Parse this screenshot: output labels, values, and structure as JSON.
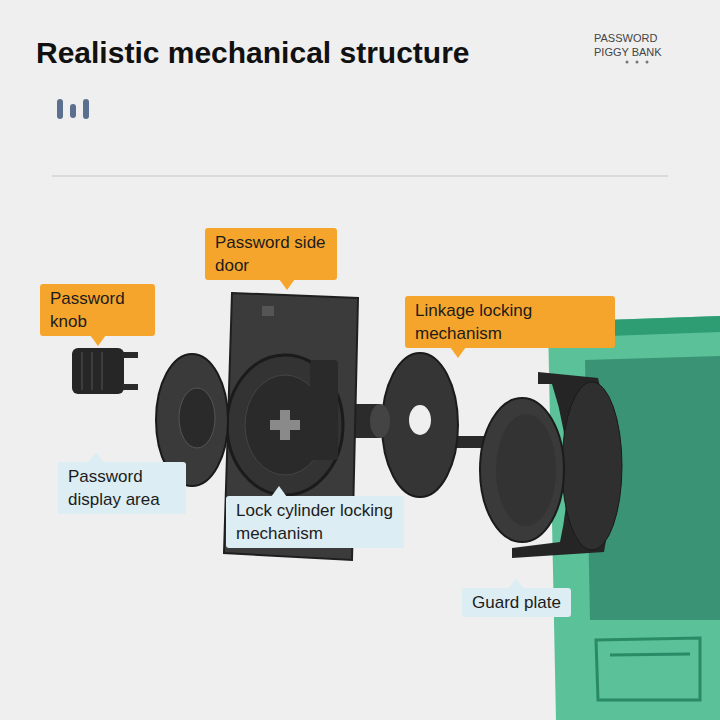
{
  "diagram": {
    "title": "Realistic mechanical structure",
    "nodes": [
      {
        "text": [
          "Password side door"
        ]
      },
      {
        "text": [
          "Password knob"
        ]
      },
      {
        "text": [
          "Linkage locking mechanism"
        ]
      },
      {
        "text": [
          "Password display area"
        ]
      },
      {
        "text": [
          "Lock cylinder locking mechanism"
        ]
      },
      {
        "text": [
          "Guard plate"
        ]
      }
    ],
    "labels": [
      "PASSWORD PIGGY BANK"
    ]
  }
}
